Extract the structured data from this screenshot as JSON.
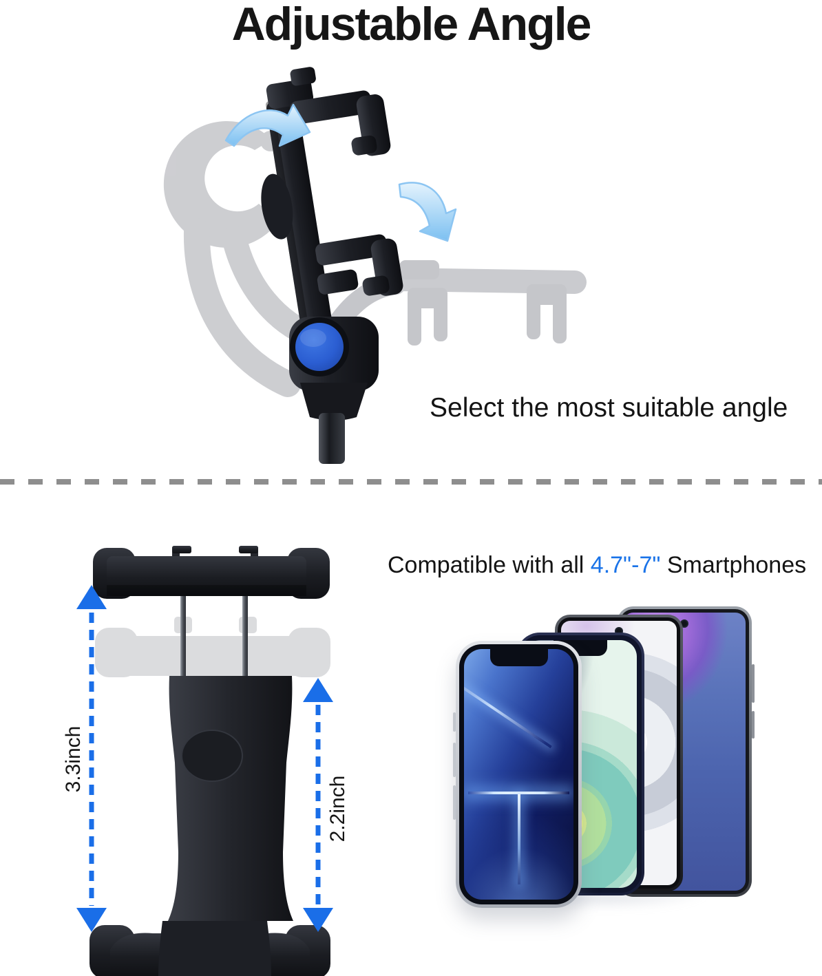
{
  "header": {
    "title": "Adjustable Angle"
  },
  "angle_section": {
    "caption": "Select the most suitable angle"
  },
  "compat_section": {
    "heading_prefix": "Compatible with all ",
    "heading_highlight": "4.7\"-7\"",
    "heading_suffix": " Smartphones"
  },
  "measurements": {
    "full_width_label": "3.3inch",
    "min_width_label": "2.2inch"
  },
  "colors": {
    "accent-blue": "#1a6ee8",
    "highlight-blue": "#1a73e8",
    "knob-blue": "#2e63d6",
    "arrow-blue": "#8cc5f2",
    "divider-gray": "#8e8e8e",
    "ghost-gray": "#c5c6ca",
    "title-text": "#161616"
  }
}
